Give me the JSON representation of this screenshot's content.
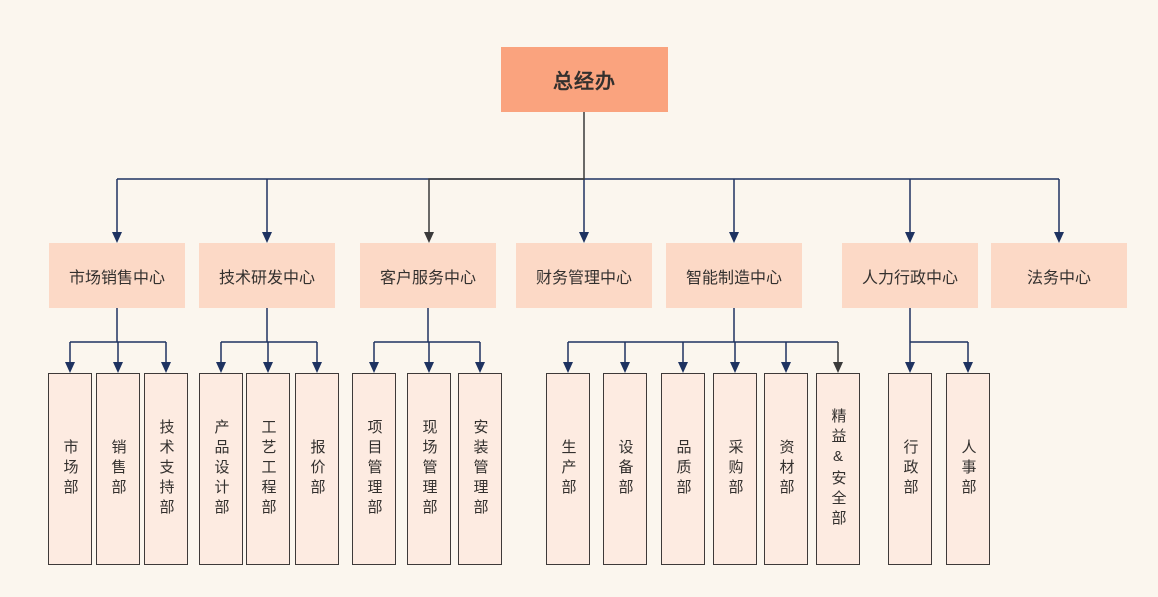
{
  "root": {
    "label": "总经办"
  },
  "centers": [
    {
      "label": "市场销售中心",
      "children": [
        "市场部",
        "销售部",
        "技术支持部"
      ]
    },
    {
      "label": "技术研发中心",
      "children": [
        "产品设计部",
        "工艺工程部",
        "报价部"
      ]
    },
    {
      "label": "客户服务中心",
      "children": [
        "项目管理部",
        "现场管理部",
        "安装管理部"
      ]
    },
    {
      "label": "财务管理中心",
      "children": []
    },
    {
      "label": "智能制造中心",
      "children": [
        "生产部",
        "设备部",
        "品质部",
        "采购部",
        "资材部",
        "精益&安全部"
      ]
    },
    {
      "label": "人力行政中心",
      "children": [
        "行政部",
        "人事部"
      ]
    },
    {
      "label": "法务中心",
      "children": []
    }
  ],
  "colors": {
    "background": "#FBF6EE",
    "root_fill": "#FAA37E",
    "center_fill": "#FCD9C6",
    "dept_fill": "#FDEBE1",
    "dept_border": "#3E3A39",
    "connector": "#1E3260",
    "connector_dark": "#3A3A3A",
    "text": "#33302E"
  }
}
